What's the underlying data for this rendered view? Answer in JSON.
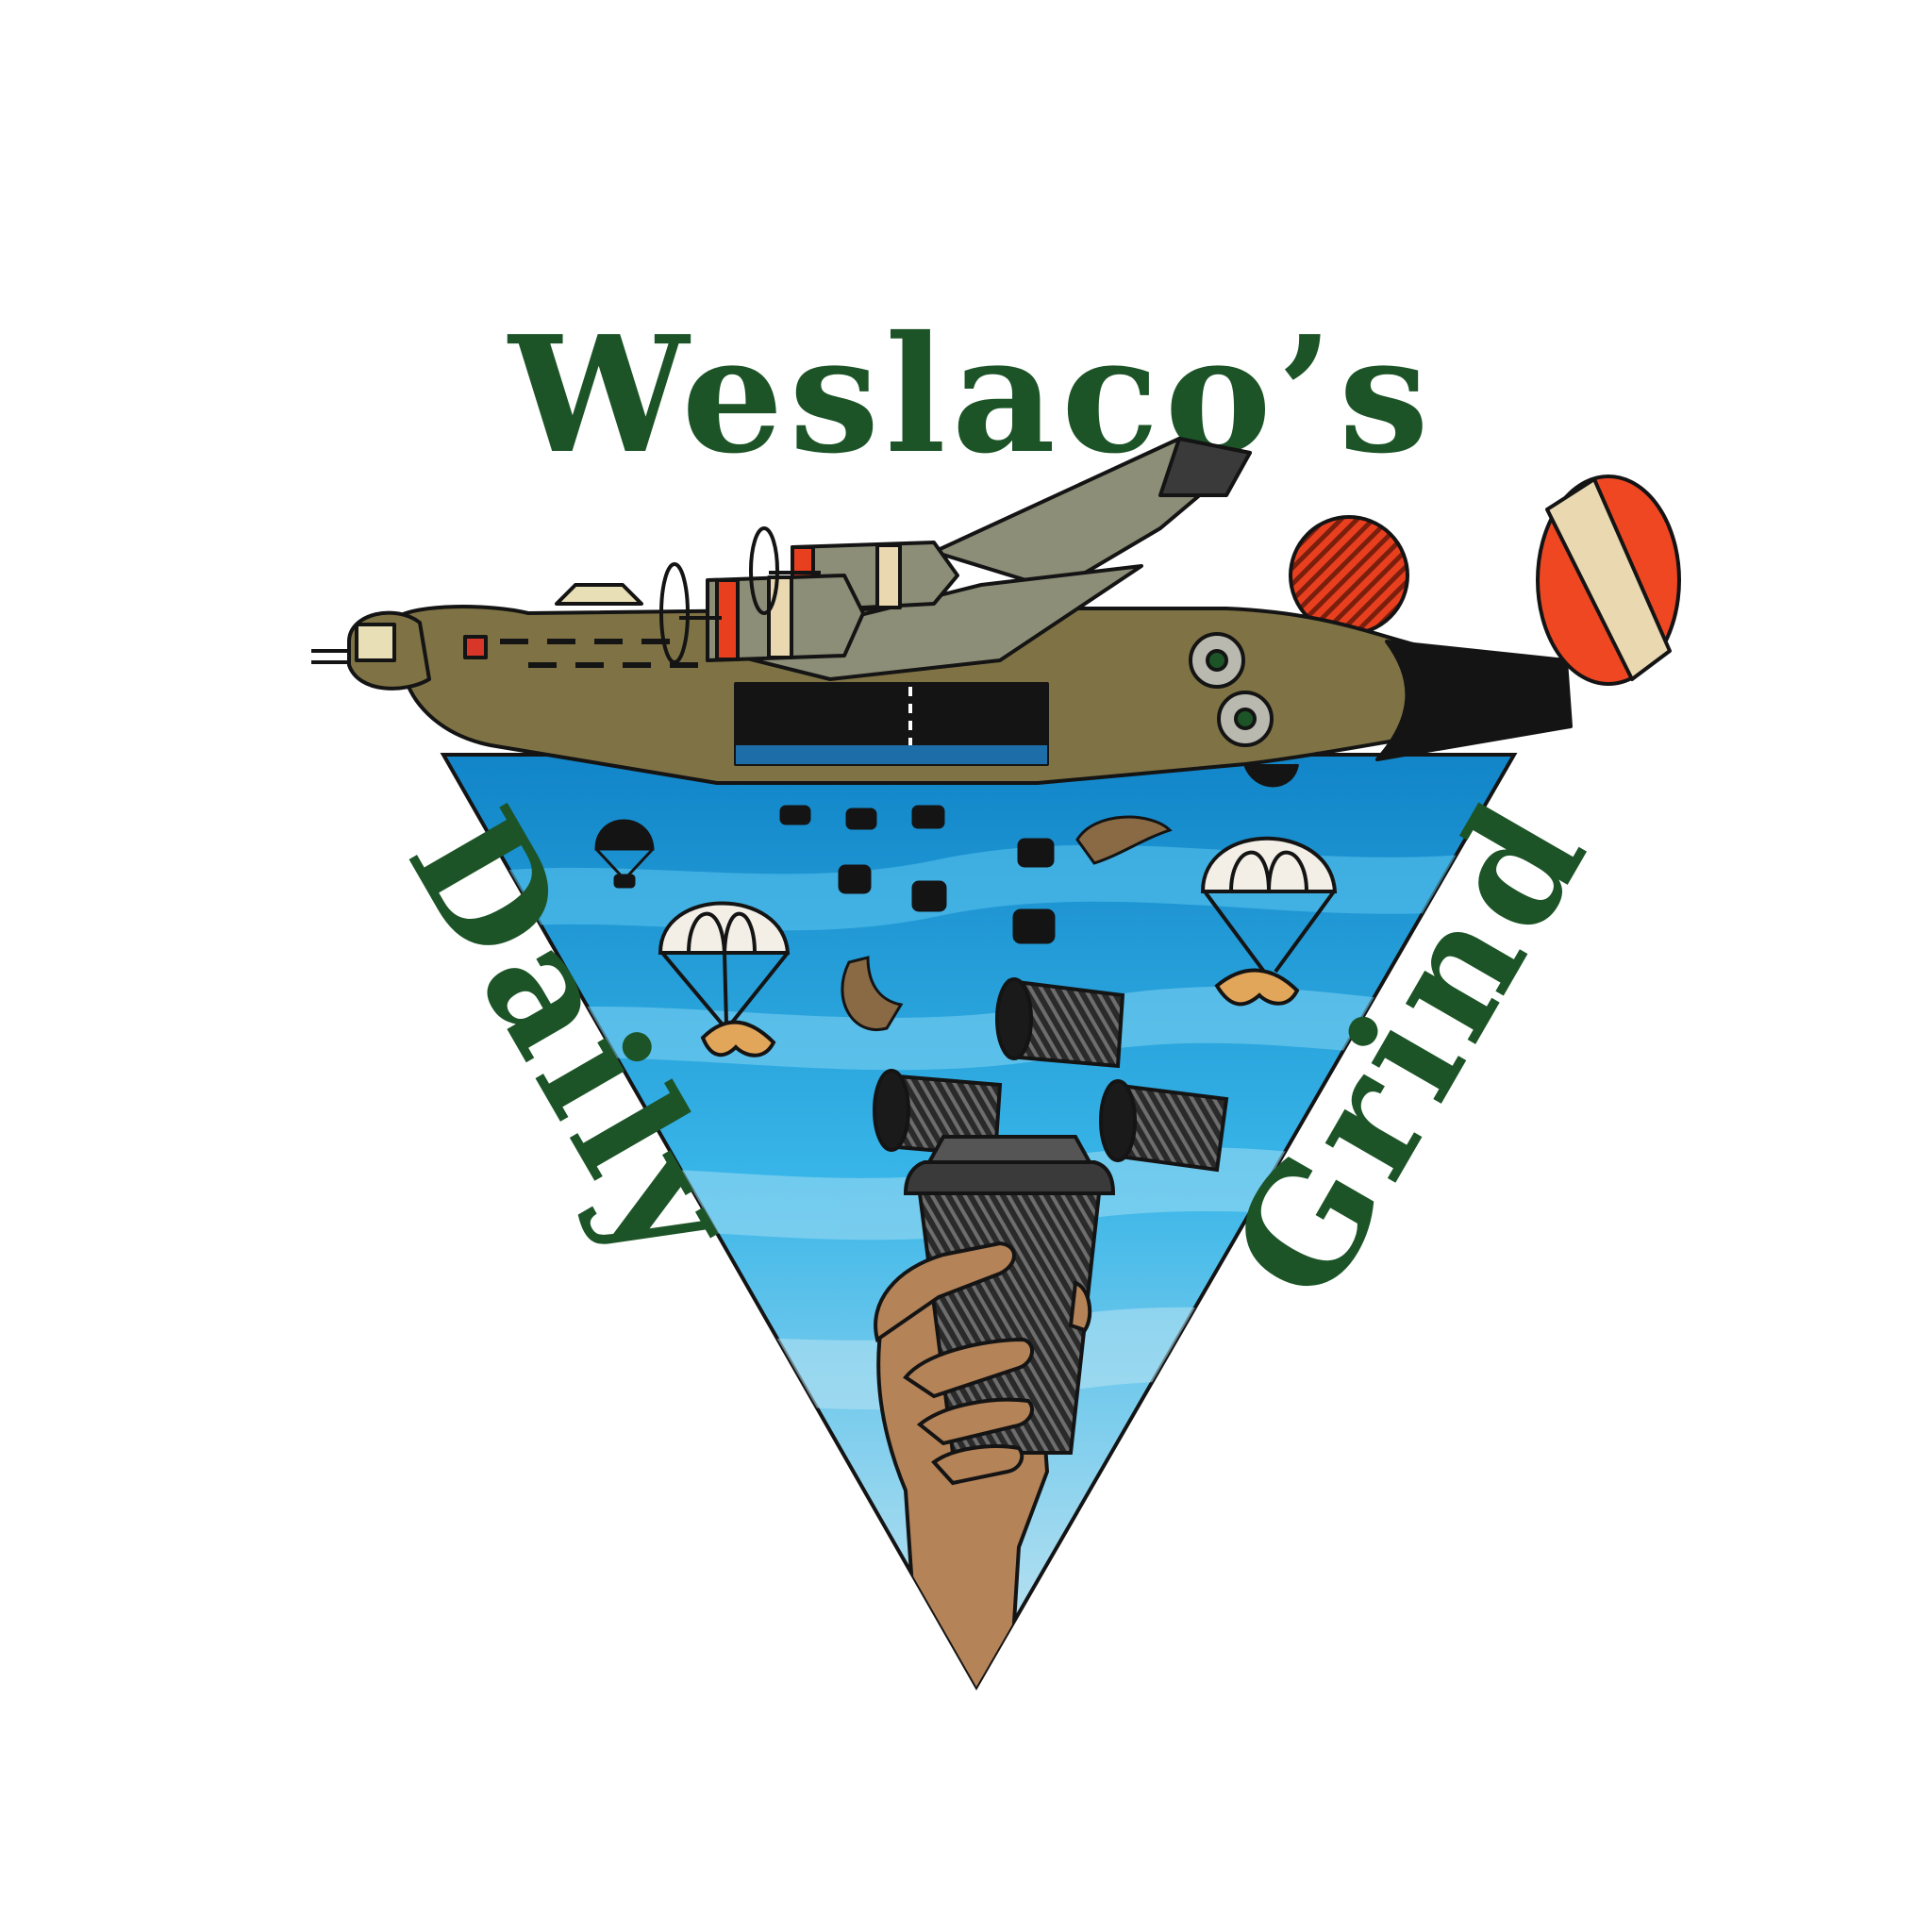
{
  "logo": {
    "title": "Weslaco’s",
    "left_word": "Daily",
    "right_word": "Grind"
  },
  "colors": {
    "brand_green": "#1c5427",
    "sky_dark": "#1185c8",
    "sky_mid": "#38b5e8",
    "sky_light": "#a9dcef",
    "plane_olive": "#7f7345",
    "plane_wing": "#8d8e77",
    "tail_red": "#f04723",
    "tail_cream": "#ead8b0",
    "outline": "#141414",
    "cup_dark": "#2a2a2a",
    "skin": "#b58358",
    "pastry": "#e2a65a"
  },
  "icons": [
    "bomber-plane-icon",
    "parachute-icon",
    "croissant-icon",
    "coffee-cup-icon",
    "hand-icon",
    "gear-icon"
  ]
}
